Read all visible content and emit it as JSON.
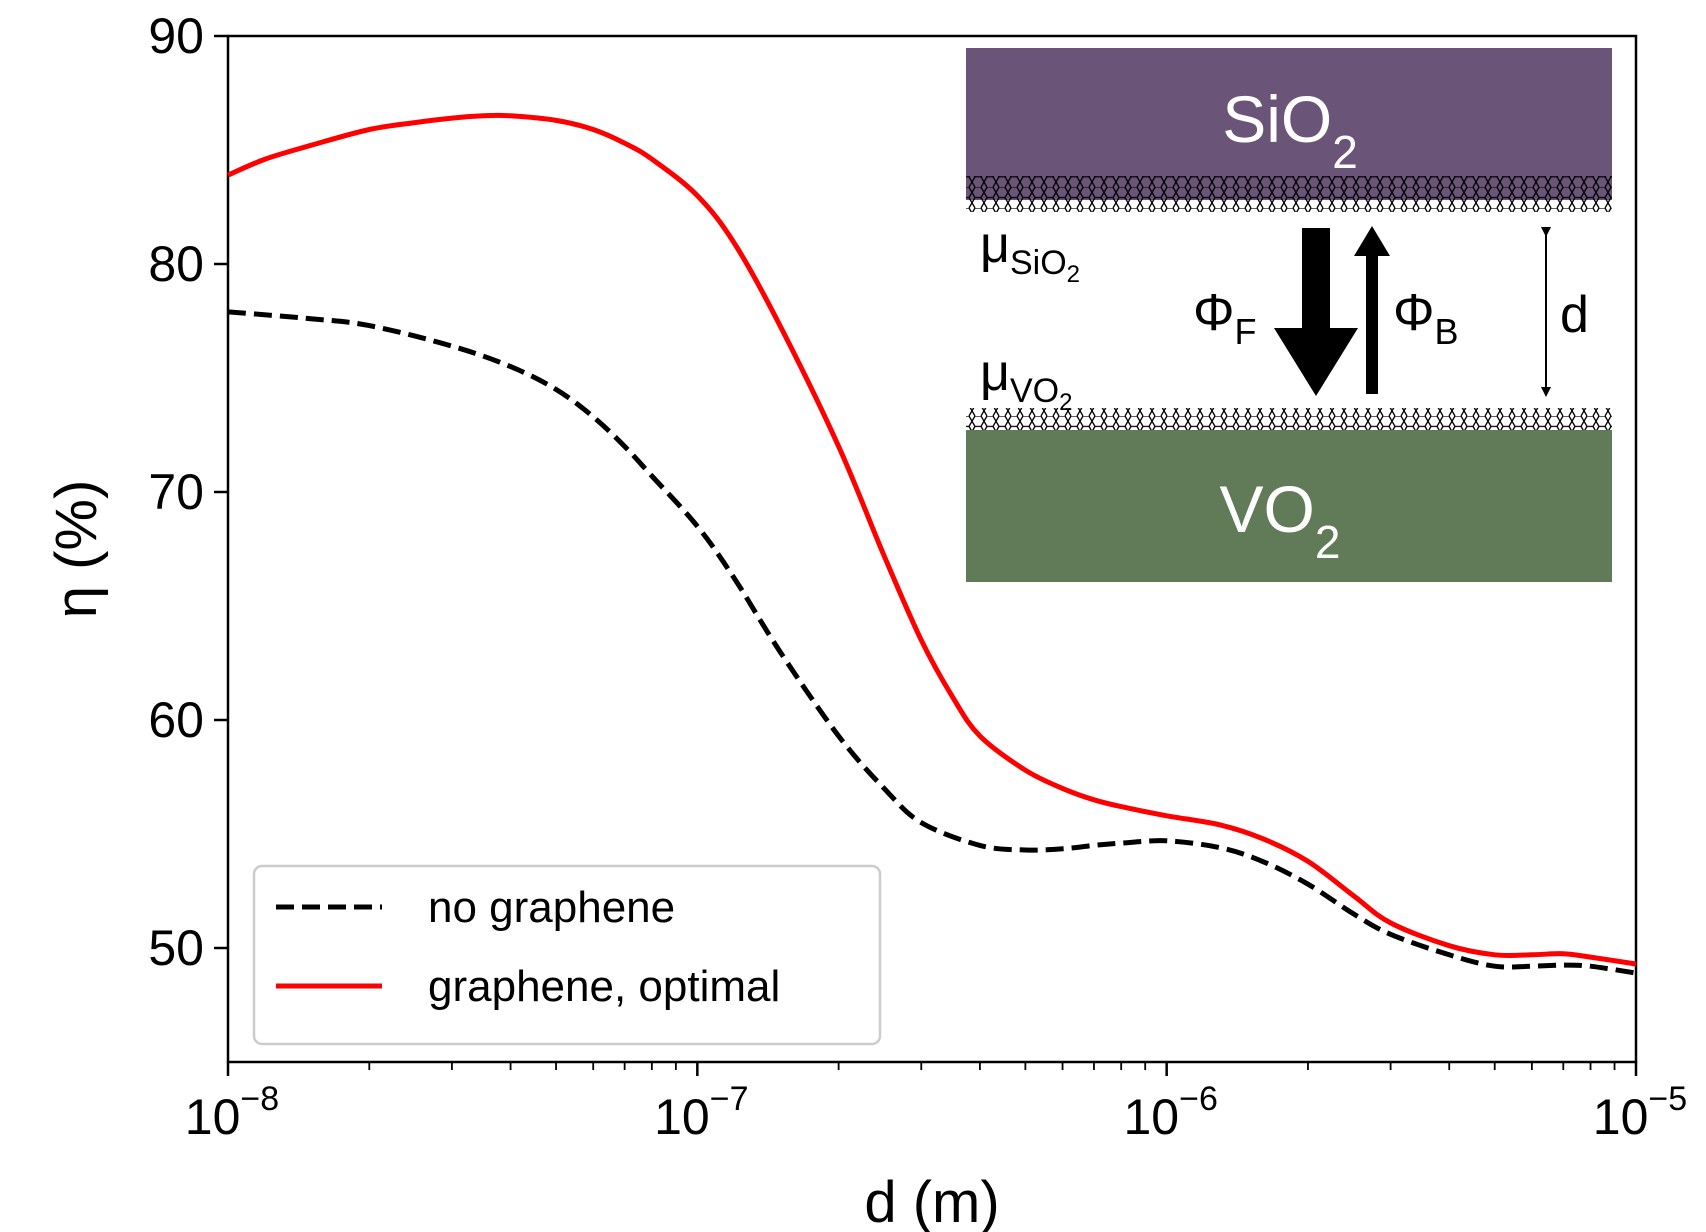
{
  "chart_data": {
    "type": "line",
    "xlabel": "d (m)",
    "ylabel": "η (%)",
    "xscale": "log",
    "xlim": [
      1e-08,
      1e-05
    ],
    "ylim": [
      45,
      90
    ],
    "x_ticks": [
      {
        "value": 1e-08,
        "base": "10",
        "exp": "−8"
      },
      {
        "value": 1e-07,
        "base": "10",
        "exp": "−7"
      },
      {
        "value": 1e-06,
        "base": "10",
        "exp": "−6"
      },
      {
        "value": 1e-05,
        "base": "10",
        "exp": "−5"
      }
    ],
    "y_ticks": [
      "50",
      "60",
      "70",
      "80",
      "90"
    ],
    "grid": false,
    "legend": {
      "placement": "bottom-left"
    },
    "series": [
      {
        "name": "no graphene",
        "color": "#000000",
        "style": "dashed",
        "x": [
          1e-08,
          1.5e-08,
          2e-08,
          3e-08,
          4e-08,
          5e-08,
          6e-08,
          7e-08,
          8e-08,
          1e-07,
          1.2e-07,
          1.5e-07,
          2e-07,
          2.5e-07,
          3e-07,
          4e-07,
          5e-07,
          6e-07,
          7e-07,
          8e-07,
          1e-06,
          1.3e-06,
          1.6e-06,
          2e-06,
          2.5e-06,
          3e-06,
          4e-06,
          5e-06,
          6e-06,
          7e-06,
          8e-06,
          1e-05
        ],
        "y": [
          77.9,
          77.6,
          77.3,
          76.4,
          75.5,
          74.5,
          73.3,
          72.0,
          70.7,
          68.5,
          66.2,
          63.0,
          59.3,
          57.0,
          55.5,
          54.5,
          54.3,
          54.35,
          54.5,
          54.6,
          54.7,
          54.4,
          53.8,
          52.8,
          51.5,
          50.6,
          49.7,
          49.2,
          49.2,
          49.25,
          49.2,
          48.9
        ]
      },
      {
        "name": "graphene, optimal",
        "color": "#ff0000",
        "style": "solid",
        "x": [
          1e-08,
          1.2e-08,
          1.5e-08,
          2e-08,
          2.5e-08,
          3e-08,
          3.5e-08,
          4e-08,
          5e-08,
          6e-08,
          7e-08,
          8e-08,
          1e-07,
          1.2e-07,
          1.5e-07,
          2e-07,
          2.5e-07,
          3e-07,
          3.5e-07,
          4e-07,
          5e-07,
          6e-07,
          7e-07,
          8e-07,
          1e-06,
          1.3e-06,
          1.6e-06,
          2e-06,
          2.5e-06,
          3e-06,
          4e-06,
          5e-06,
          6e-06,
          7e-06,
          8e-06,
          1e-05
        ],
        "y": [
          83.9,
          84.6,
          85.2,
          85.9,
          86.2,
          86.4,
          86.5,
          86.5,
          86.3,
          85.9,
          85.3,
          84.6,
          83.0,
          80.9,
          77.3,
          72.0,
          67.2,
          63.5,
          61.0,
          59.3,
          57.8,
          57.0,
          56.5,
          56.2,
          55.8,
          55.4,
          54.8,
          53.8,
          52.3,
          51.1,
          50.1,
          49.7,
          49.7,
          49.75,
          49.6,
          49.3
        ]
      }
    ],
    "inset": {
      "top_material": {
        "base": "SiO",
        "sub": "2",
        "color": "#6a5579"
      },
      "bottom_material": {
        "base": "VO",
        "sub": "2",
        "color": "#617b58"
      },
      "mu_top": {
        "base": "μ",
        "sub": "SiO",
        "subsub": "2"
      },
      "mu_bottom": {
        "base": "μ",
        "sub": "VO",
        "subsub": "2"
      },
      "flux_forward": {
        "base": "Φ",
        "sub": "F"
      },
      "flux_backward": {
        "base": "Φ",
        "sub": "B"
      },
      "gap_label": "d"
    }
  }
}
